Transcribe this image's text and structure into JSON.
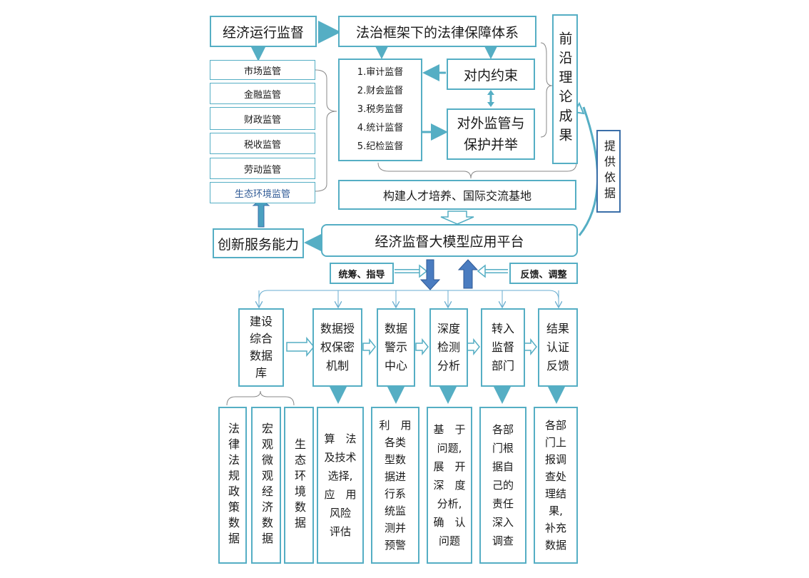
{
  "top": {
    "economic_ops": "经济运行监督",
    "legal_system": "法治框架下的法律保障体系",
    "frontier": "前沿理论成果",
    "provide_basis": "提供依据"
  },
  "supervision_types": [
    "市场监管",
    "金融监管",
    "财政监管",
    "税收监管",
    "劳动监管",
    "生态环境监管"
  ],
  "audit_list": [
    "1.审计监督",
    "2.财会监督",
    "3.税务监督",
    "4.统计监督",
    "5.纪检监督"
  ],
  "internal": "对内约束",
  "external": [
    "对外监管与",
    "保护并举"
  ],
  "talent_base": "构建人才培养、国际交流基地",
  "platform": "经济监督大模型应用平台",
  "innovation": "创新服务能力",
  "coordinate": "统筹、指导",
  "feedback": "反馈、调整",
  "stages": [
    {
      "lines": [
        "建设",
        "综合",
        "数据",
        "库"
      ]
    },
    {
      "lines": [
        "数据授",
        "权保密",
        "机制"
      ]
    },
    {
      "lines": [
        "数据",
        "警示",
        "中心"
      ]
    },
    {
      "lines": [
        "深度",
        "检测",
        "分析"
      ]
    },
    {
      "lines": [
        "转入",
        "监督",
        "部门"
      ]
    },
    {
      "lines": [
        "结果",
        "认证",
        "反馈"
      ]
    }
  ],
  "databases": [
    "法律法规政策数据",
    "宏观微观经济数据",
    "生态环境数据"
  ],
  "details": [
    {
      "lines": [
        "算　法",
        "及技术",
        "选择,",
        "应　用",
        "风险",
        "评估"
      ]
    },
    {
      "lines": [
        "利　用",
        "各类",
        "型数",
        "据进",
        "行系",
        "统监",
        "测并",
        "预警"
      ]
    },
    {
      "lines": [
        "基　于",
        "问题,",
        "展　开",
        "深　度",
        "分析,",
        "确　认",
        "问题"
      ]
    },
    {
      "lines": [
        "各部",
        "门根",
        "据自",
        "己的",
        "责任",
        "深入",
        "调查"
      ]
    },
    {
      "lines": [
        "各部",
        "门上",
        "报调",
        "查处",
        "理结",
        "果,",
        "补充",
        "数据"
      ]
    }
  ],
  "colors": {
    "accent": "#55aec4",
    "arrow_dark": "#3a6ea8",
    "line": "#6aaed0"
  }
}
